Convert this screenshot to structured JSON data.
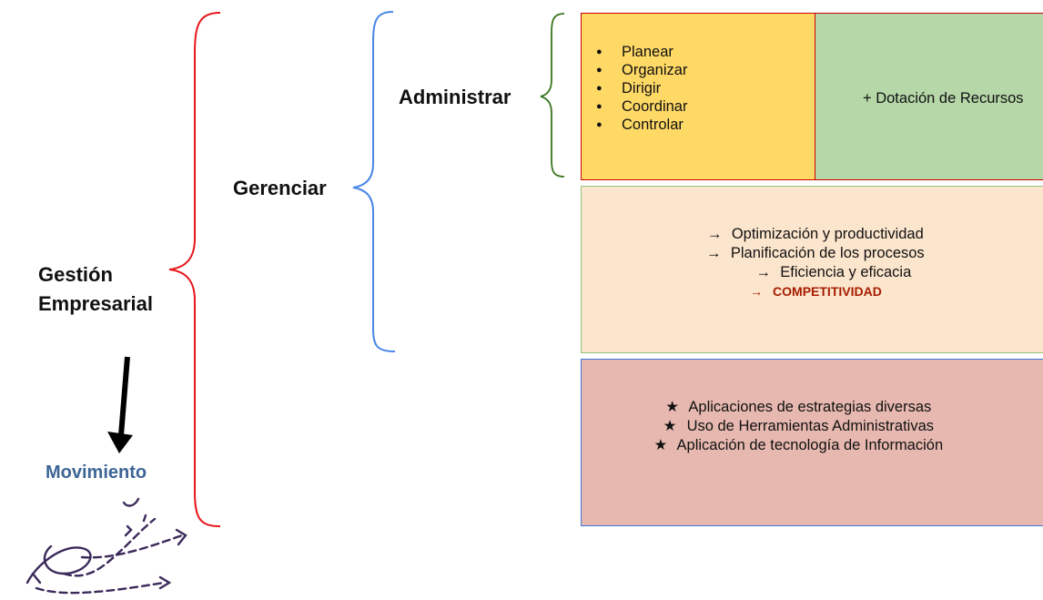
{
  "labels": {
    "gestion_line1": "Gestión",
    "gestion_line2": "Empresarial",
    "gerenciar": "Gerenciar",
    "administrar": "Administrar",
    "movimiento": "Movimiento"
  },
  "box_admin": {
    "items": [
      "Planear",
      "Organizar",
      "Dirigir",
      "Coordinar",
      "Controlar"
    ]
  },
  "box_recursos": {
    "text": "+ Dotación de Recursos"
  },
  "box_gerenciar": {
    "items": [
      {
        "symbol": "→",
        "text": "Optimización y productividad"
      },
      {
        "symbol": "→",
        "text": "Planificación de los procesos"
      },
      {
        "symbol": "→",
        "text": "Eficiencia y eficacia"
      },
      {
        "symbol": "→",
        "text": "COMPETITIVIDAD"
      }
    ]
  },
  "box_gestion": {
    "items": [
      {
        "symbol": "★",
        "text": "Aplicaciones de estrategias diversas"
      },
      {
        "symbol": "★",
        "text": "Uso de Herramientas Administrativas"
      },
      {
        "symbol": "★",
        "text": "Aplicación de tecnología de Información"
      }
    ]
  },
  "colors": {
    "brace_gestion": "#e8161b",
    "brace_gerenciar": "#4a86e8",
    "brace_administrar": "#38761d",
    "box_admin_fill": "#ffd966",
    "box_recursos_fill": "#b6d7a8",
    "box_gerenciar_fill": "#fce5cd",
    "box_gestion_fill": "#e6b8af",
    "competitividad": "#a61c00",
    "movimiento": "#3d6596"
  }
}
